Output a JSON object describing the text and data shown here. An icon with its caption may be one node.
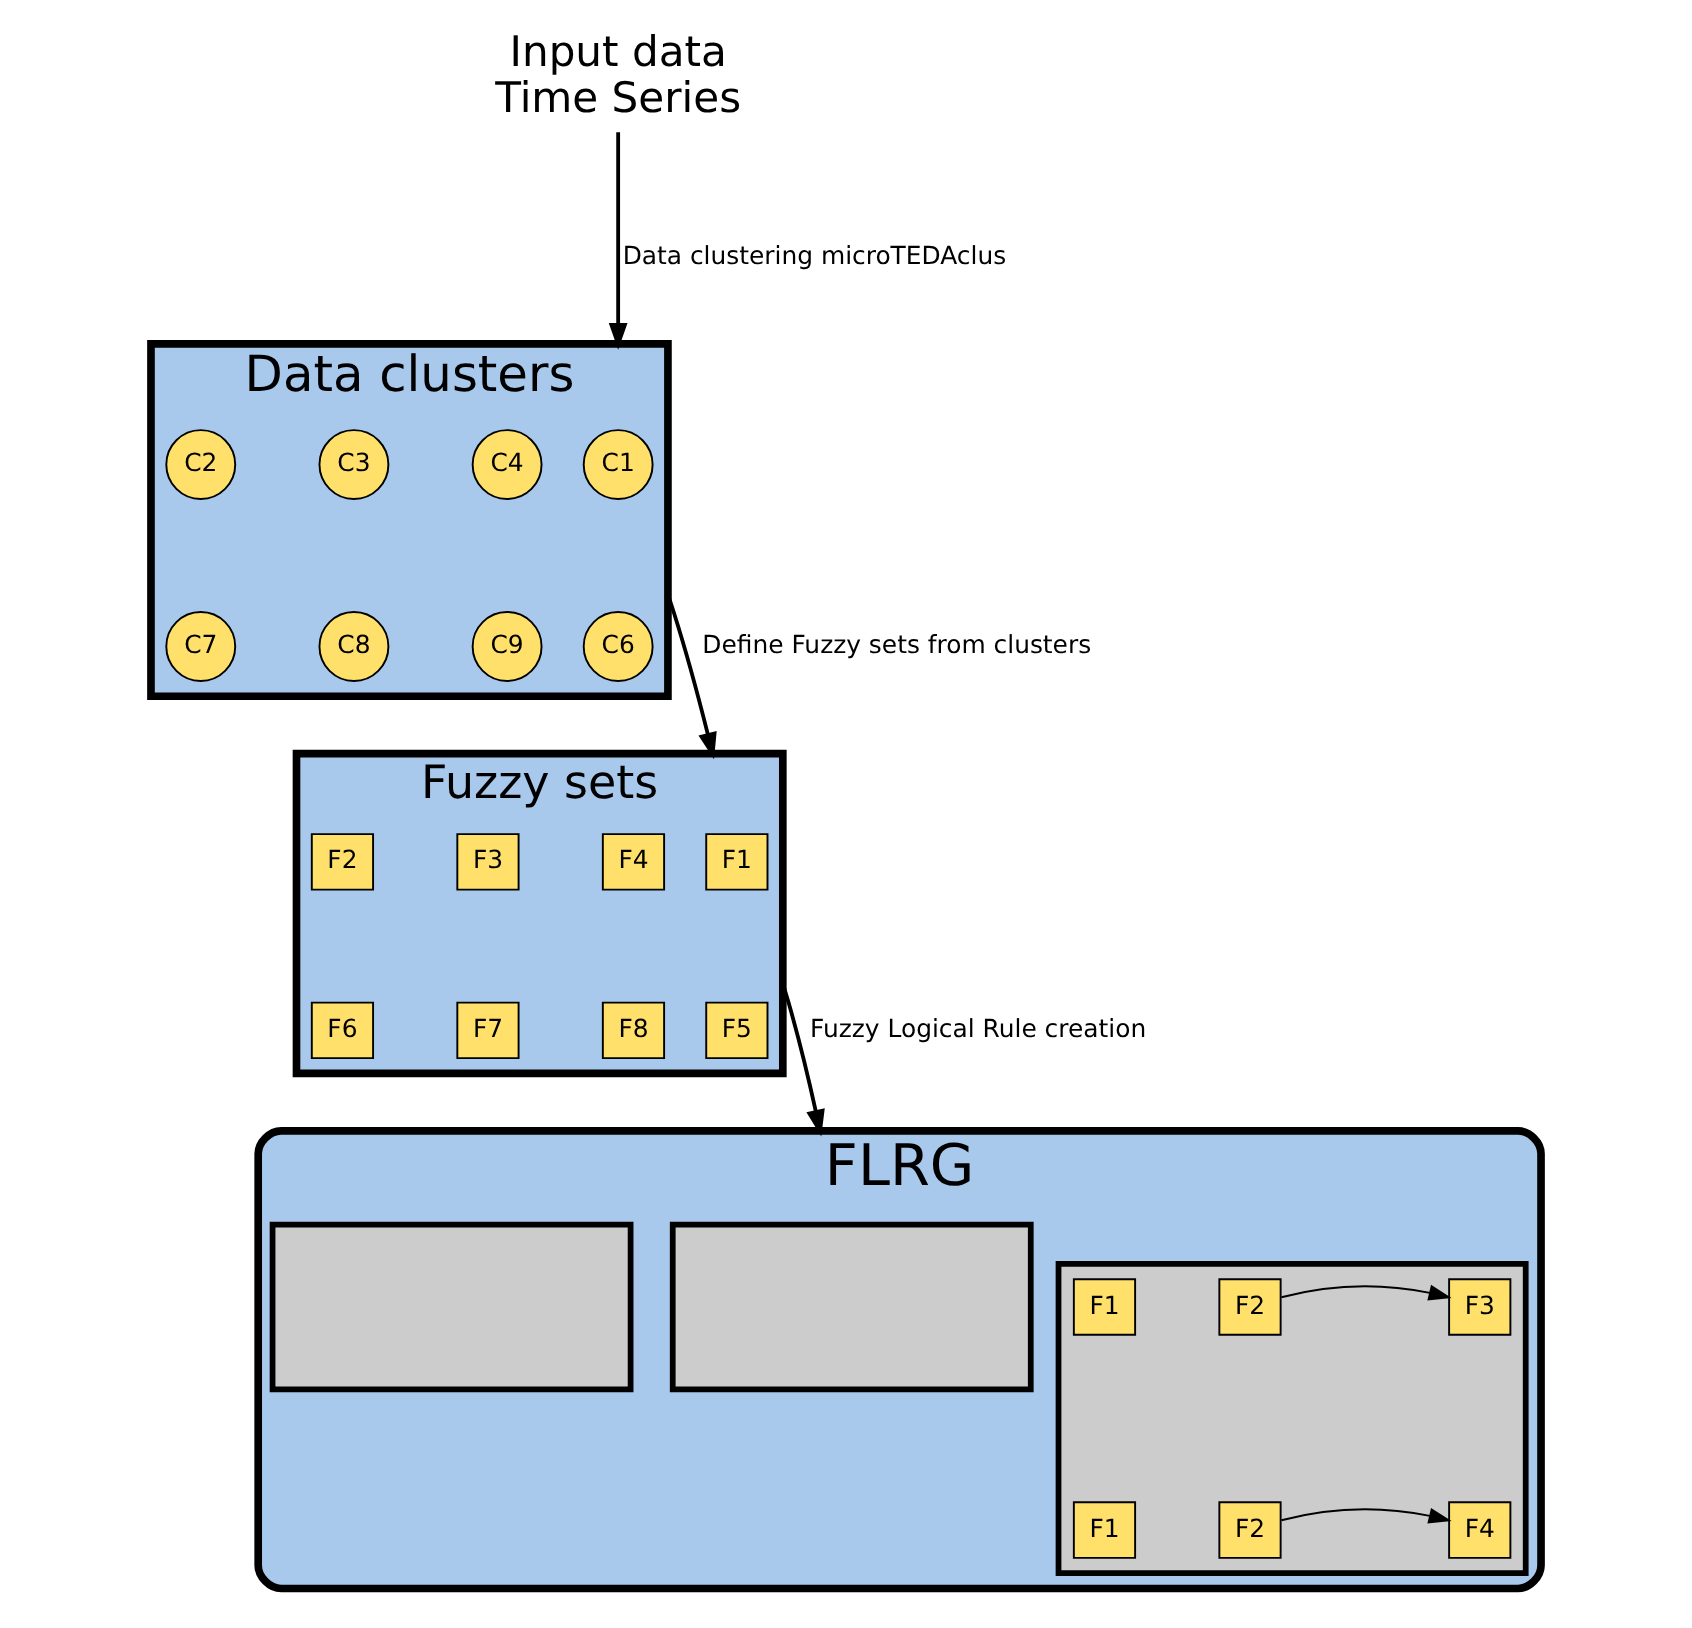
{
  "diagram": {
    "nodes": [
      {
        "text": [
          "Data clusters"
        ]
      },
      {
        "text": [
          "C1"
        ],
        "in": 0
      },
      {
        "text": [
          "C2"
        ],
        "in": 0
      },
      {
        "text": [
          "C3"
        ],
        "in": 0
      },
      {
        "text": [
          "C4"
        ],
        "in": 0
      },
      {
        "text": [
          "C6"
        ],
        "in": 0
      },
      {
        "text": [
          "C7"
        ],
        "in": 0
      },
      {
        "text": [
          "C8"
        ],
        "in": 0
      },
      {
        "text": [
          "C9"
        ],
        "in": 0
      },
      {
        "text": [
          "Fuzzy sets"
        ]
      },
      {
        "text": [
          "F1"
        ],
        "in": 9
      },
      {
        "text": [
          "F2"
        ],
        "in": 9
      },
      {
        "text": [
          "F3"
        ],
        "in": 9
      },
      {
        "text": [
          "F4"
        ],
        "in": 9
      },
      {
        "text": [
          "F5"
        ],
        "in": 9
      },
      {
        "text": [
          "F6"
        ],
        "in": 9
      },
      {
        "text": [
          "F7"
        ],
        "in": 9
      },
      {
        "text": [
          "F8"
        ],
        "in": 9
      },
      {
        "text": [
          "FLRG"
        ]
      },
      {
        "text": [],
        "shape": "box",
        "in": 18
      },
      {
        "text": [],
        "shape": "box",
        "in": 18
      },
      {
        "text": [],
        "shape": "box",
        "in": 18
      },
      {
        "text": [
          "F1"
        ],
        "in": 21
      },
      {
        "text": [
          "F2"
        ],
        "in": 21
      },
      {
        "text": [
          "F3"
        ],
        "in": 21
      },
      {
        "text": [
          "F1"
        ],
        "in": 21
      },
      {
        "text": [
          "F2"
        ],
        "in": 21
      },
      {
        "text": [
          "F4"
        ],
        "in": 21
      },
      {
        "text": [
          "Input data",
          "Time Series"
        ]
      }
    ],
    "edges": [
      {
        "from": 28,
        "to": 0,
        "arrow": "to",
        "label": "Data clustering microTEDAclus"
      },
      {
        "from": 0,
        "to": 9,
        "arrow": "to",
        "label": "Define Fuzzy sets from clusters"
      },
      {
        "from": 9,
        "to": 18,
        "arrow": "to",
        "label": "Fuzzy Logical Rule creation"
      },
      {
        "from": 23,
        "to": 24,
        "arrow": "to"
      },
      {
        "from": 26,
        "to": 27,
        "arrow": "to"
      }
    ]
  }
}
